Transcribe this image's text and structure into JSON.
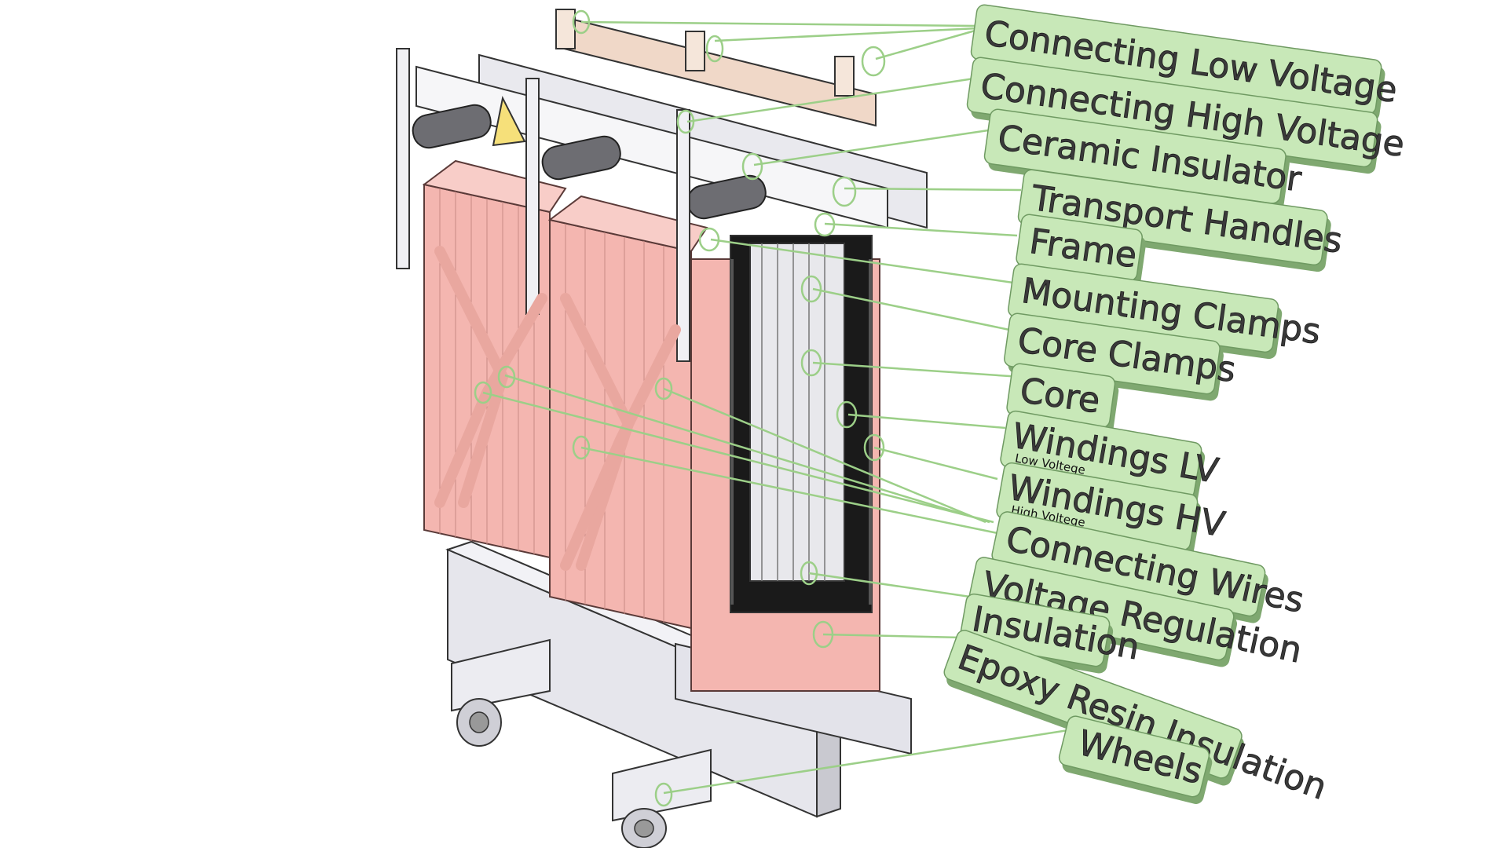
{
  "labels": [
    {
      "id": "connecting-low-voltage",
      "text": "Connecting Low Voltage"
    },
    {
      "id": "connecting-high-voltage",
      "text": "Connecting High Voltage"
    },
    {
      "id": "ceramic-insulator",
      "text": "Ceramic Insulator"
    },
    {
      "id": "transport-handles",
      "text": "Transport Handles"
    },
    {
      "id": "frame",
      "text": "Frame"
    },
    {
      "id": "mounting-clamps",
      "text": "Mounting Clamps"
    },
    {
      "id": "core-clamps",
      "text": "Core Clamps"
    },
    {
      "id": "core",
      "text": "Core"
    },
    {
      "id": "windings-lv",
      "text": "Windings LV",
      "sub": "Low Voltege"
    },
    {
      "id": "windings-hv",
      "text": "Windings HV",
      "sub": "High Voltege"
    },
    {
      "id": "connecting-wires",
      "text": "Connecting Wires"
    },
    {
      "id": "voltage-regulation",
      "text": "Voltage Regulation"
    },
    {
      "id": "insulation",
      "text": "Insulation"
    },
    {
      "id": "epoxy-resin-insulation",
      "text": "Epoxy Resin Insulation"
    },
    {
      "id": "wheels",
      "text": "Wheels"
    }
  ],
  "colors": {
    "label_fill": "#c8e8b8",
    "leader_line": "#9ccf88",
    "coil_pink": "#f4b6b0",
    "steel_grey": "#d9d9de"
  }
}
